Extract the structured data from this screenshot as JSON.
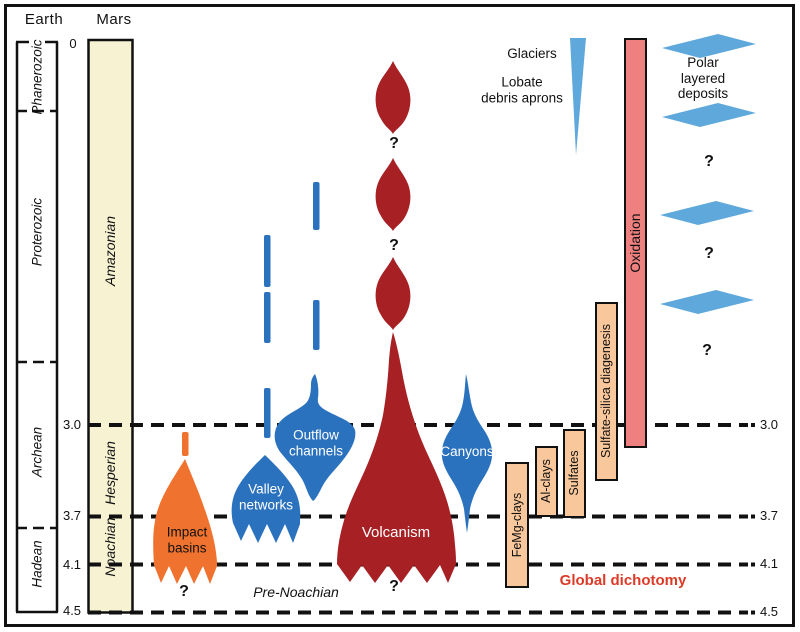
{
  "header": {
    "earth": "Earth",
    "mars": "Mars"
  },
  "axis": {
    "origin": "0",
    "ticks": [
      "3.0",
      "3.7",
      "4.1",
      "4.5"
    ]
  },
  "earth_eras": [
    {
      "label": "Phanerozoic"
    },
    {
      "label": "Proterozoic"
    },
    {
      "label": "Archean"
    },
    {
      "label": "Hadean"
    }
  ],
  "mars_periods": [
    {
      "label": "Amazonian"
    },
    {
      "label": "Hesperian"
    },
    {
      "label": "Noachian"
    }
  ],
  "features": {
    "impact_basins": {
      "line1": "Impact",
      "line2": "basins",
      "question": "?"
    },
    "valley_networks": {
      "line1": "Valley",
      "line2": "networks"
    },
    "outflow_channels": {
      "line1": "Outflow",
      "line2": "channels"
    },
    "volcanism": {
      "label": "Volcanism",
      "question_upper": "?",
      "question_mid": "?",
      "question_bottom": "?"
    },
    "canyons": {
      "label": "Canyons"
    },
    "glaciers": {
      "label": "Glaciers"
    },
    "lobate_debris_aprons": {
      "line1": "Lobate",
      "line2": "debris aprons"
    },
    "polar_layered_deposits": {
      "line1": "Polar",
      "line2": "layered",
      "line3": "deposits",
      "question1": "?",
      "question2": "?",
      "question3": "?"
    }
  },
  "mineral_bars": [
    {
      "label": "FeMg-clays"
    },
    {
      "label": "Al-clays"
    },
    {
      "label": "Sulfates"
    },
    {
      "label": "Sulfate-silica diagenesis"
    },
    {
      "label": "Oxidation"
    }
  ],
  "annotations": {
    "global_dichotomy": "Global dichotomy",
    "pre_noachian": "Pre-Noachian"
  },
  "colors": {
    "dark_red": "#a62024",
    "blue": "#2b72be",
    "light_blue": "#5fa8dc",
    "orange": "#f0722f",
    "peach_bar": "#f8c79b",
    "salmon_bar": "#ef8080",
    "mars_column_fill": "#f7f2d2",
    "dichotomy_text": "#dc3b28",
    "line_black": "#111111"
  }
}
